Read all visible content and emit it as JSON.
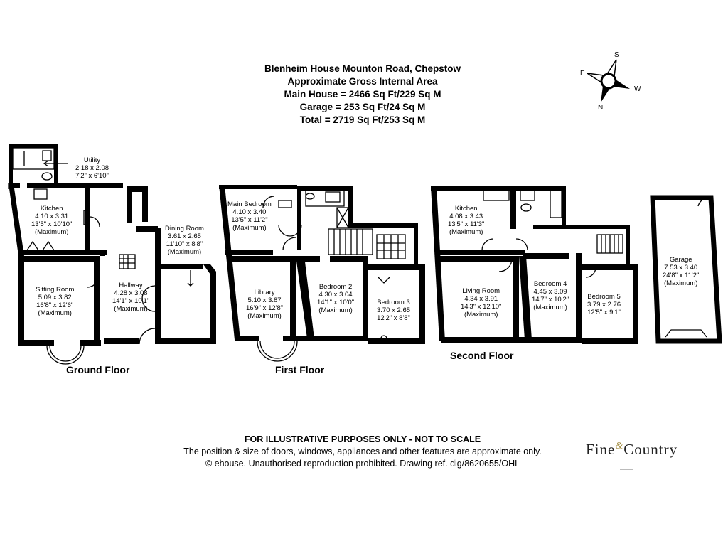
{
  "header": {
    "line1": "Blenheim House Mounton Road, Chepstow",
    "line2": "Approximate Gross Internal Area",
    "line3": "Main House = 2466 Sq Ft/229 Sq M",
    "line4": "Garage = 253 Sq Ft/24 Sq M",
    "line5": "Total = 2719 Sq Ft/253 Sq M"
  },
  "compass": {
    "n": "N",
    "s": "S",
    "e": "E",
    "w": "W"
  },
  "floors": {
    "ground": "Ground Floor",
    "first": "First Floor",
    "second": "Second Floor"
  },
  "rooms": {
    "utility": {
      "name": "Utility",
      "metric": "2.18 x 2.08",
      "imperial": "7'2\" x 6'10\""
    },
    "kitchen_g": {
      "name": "Kitchen",
      "metric": "4.10 x 3.31",
      "imperial": "13'5\" x 10'10\"",
      "note": "(Maximum)"
    },
    "dining": {
      "name": "Dining Room",
      "metric": "3.61 x 2.65",
      "imperial": "11'10\" x 8'8\"",
      "note": "(Maximum)"
    },
    "sitting": {
      "name": "Sitting Room",
      "metric": "5.09 x 3.82",
      "imperial": "16'8\" x 12'6\"",
      "note": "(Maximum)"
    },
    "hallway": {
      "name": "Hallway",
      "metric": "4.28 x 3.08",
      "imperial": "14'1\" x 10'1\"",
      "note": "(Maximum)"
    },
    "main_bed": {
      "name": "Main Bedroom",
      "metric": "4.10 x 3.40",
      "imperial": "13'5\" x 11'2\"",
      "note": "(Maximum)"
    },
    "library": {
      "name": "Library",
      "metric": "5.10 x 3.87",
      "imperial": "16'9\" x 12'8\"",
      "note": "(Maximum)"
    },
    "bed2": {
      "name": "Bedroom 2",
      "metric": "4.30 x 3.04",
      "imperial": "14'1\" x 10'0\"",
      "note": "(Maximum)"
    },
    "bed3": {
      "name": "Bedroom 3",
      "metric": "3.70 x 2.65",
      "imperial": "12'2\" x 8'8\""
    },
    "kitchen_2": {
      "name": "Kitchen",
      "metric": "4.08 x 3.43",
      "imperial": "13'5\" x 11'3\"",
      "note": "(Maximum)"
    },
    "living": {
      "name": "Living Room",
      "metric": "4.34 x 3.91",
      "imperial": "14'3\" x 12'10\"",
      "note": "(Maximum)"
    },
    "bed4": {
      "name": "Bedroom 4",
      "metric": "4.45 x 3.09",
      "imperial": "14'7\" x 10'2\"",
      "note": "(Maximum)"
    },
    "bed5": {
      "name": "Bedroom 5",
      "metric": "3.79 x 2.76",
      "imperial": "12'5\" x 9'1\""
    },
    "garage": {
      "name": "Garage",
      "metric": "7.53 x 3.40",
      "imperial": "24'8\" x 11'2\"",
      "note": "(Maximum)"
    }
  },
  "footer": {
    "line1": "FOR ILLUSTRATIVE PURPOSES ONLY - NOT TO SCALE",
    "line2": "The position & size of doors, windows, appliances and other features are approximate only.",
    "line3": "© ehouse. Unauthorised reproduction prohibited. Drawing ref. dig/8620655/OHL"
  },
  "logo": {
    "left": "Fine",
    "amp": "&",
    "right": "Country"
  }
}
